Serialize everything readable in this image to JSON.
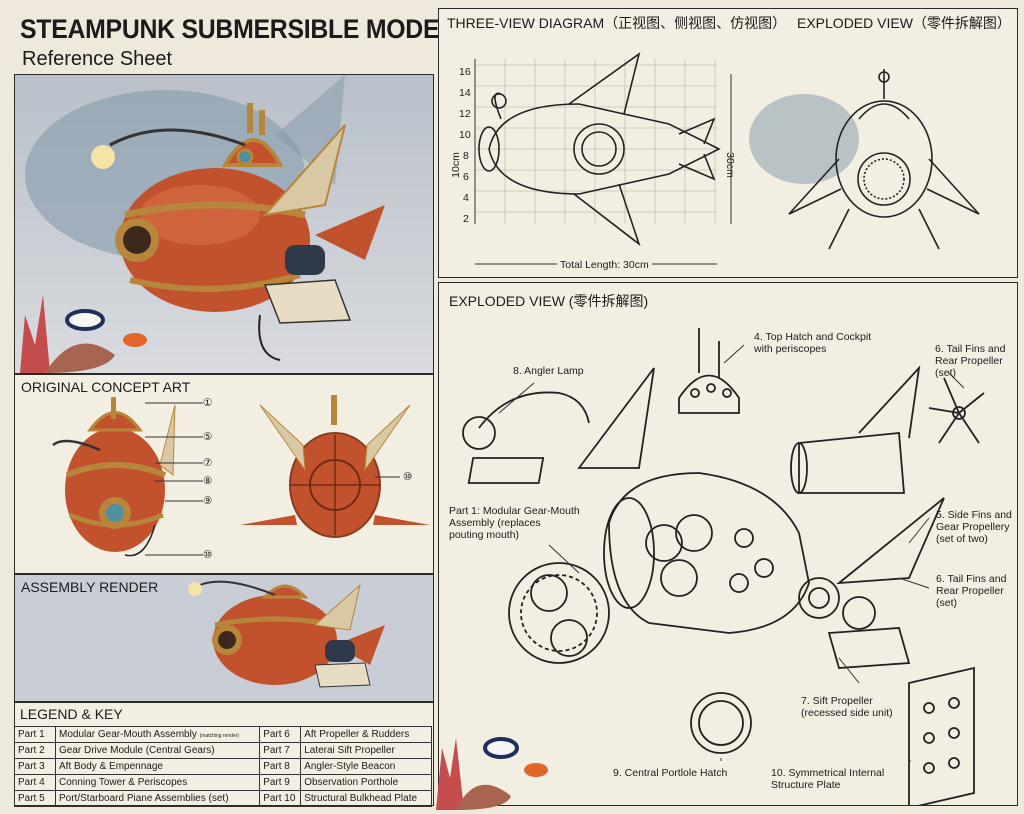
{
  "header": {
    "title": "STEAMPUNK SUBMERSIBLE MODEL",
    "subtitle": "Reference Sheet"
  },
  "sections": {
    "original_concept": "ORIGINAL CONCEPT ART",
    "assembly_render": "ASSEMBLY RENDER",
    "legend": "LEGEND & KEY",
    "three_view": "THREE-VIEW DIAGRAM（正视图、侧视图、仿视图）",
    "exploded_top": "EXPLODED VIEW（零件拆解图）",
    "exploded_main": "EXPLODED VIEW (零件拆解图)"
  },
  "concept_callouts": [
    "①",
    "⑤",
    "⑦",
    "⑧",
    "⑨",
    "⑩",
    "⑩"
  ],
  "three_view": {
    "y_ticks": [
      "16",
      "14",
      "12",
      "10",
      "8",
      "6",
      "4",
      "2"
    ],
    "left_dim": "10cm",
    "right_dim": "30cm",
    "bottom_dim": "Total Length: 30cm"
  },
  "exploded_labels": {
    "p4": "4. Top Hatch and Cockpit\nwith periscopes",
    "p8": "8. Angler Lamp",
    "p6a": "6. Tail Fins and\nRear Propeller\n(set)",
    "p1": "Part 1: Modular Gear-Mouth\nAssembly (replaces\npouting mouth)",
    "p5": "5. Side Fins and\nGear Propellery\n(set of two)",
    "p6b": "6. Tail Fins and\nRear Propeller\n(set)",
    "p7": "7. Sift Propeller\n(recessed side unit)",
    "p9": "9. Central Portlole Hatch",
    "p10": "10. Symmetrical Internal\nStructure Plate"
  },
  "legend": {
    "rows": [
      {
        "k1": "Part 1",
        "v1": "Modular Gear-Mouth Assembly",
        "n1": "(matching render)",
        "k2": "Part 6",
        "v2": "Aft Propeller & Rudders"
      },
      {
        "k1": "Part 2",
        "v1": "Gear Drive Module (Central Gears)",
        "n1": "",
        "k2": "Part 7",
        "v2": "Laterai Sift Propeller"
      },
      {
        "k1": "Part 3",
        "v1": "Aft Body & Empennage",
        "n1": "",
        "k2": "Part 8",
        "v2": "Angler-Style Beacon"
      },
      {
        "k1": "Part 4",
        "v1": "Conning Tower & Periscopes",
        "n1": "",
        "k2": "Part 9",
        "v2": "Observation Porthole"
      },
      {
        "k1": "Part 5",
        "v1": "Port/Starboard Piane Assemblies (set)",
        "n1": "",
        "k2": "Part 10",
        "v2": "Structural Bulkhead Plate"
      }
    ]
  },
  "colors": {
    "hull": "#c2522d",
    "brass": "#b8863b",
    "paper": "#f3eee2",
    "ink": "#222222",
    "water": "#c9ced6"
  }
}
